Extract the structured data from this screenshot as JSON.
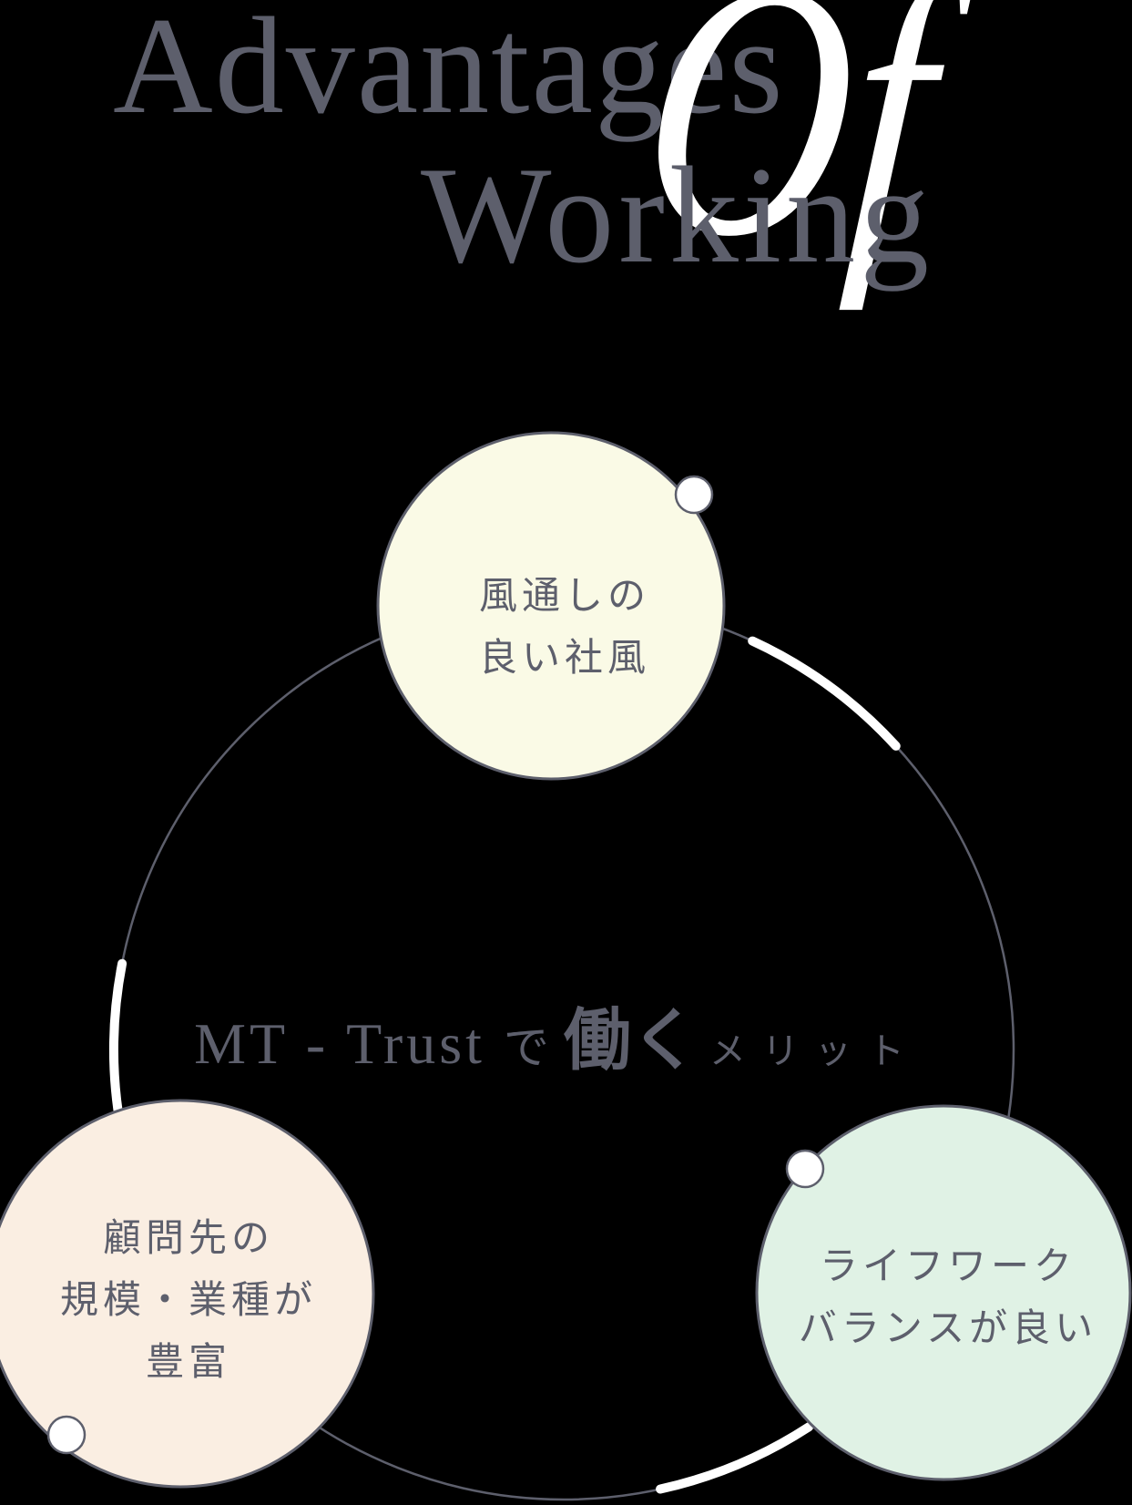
{
  "title": {
    "line1": "Advantages",
    "accent": "Of",
    "line2": "Working"
  },
  "center_label": {
    "company": "MT - Trust",
    "particle": "で",
    "verb": "働く",
    "suffix": "メリット"
  },
  "bubbles": [
    {
      "id": "open-culture",
      "lines": [
        "風通しの",
        "良い社風"
      ],
      "fill": "#fafae6"
    },
    {
      "id": "diverse-clients",
      "lines": [
        "顧問先の",
        "規模・業種が",
        "豊富"
      ],
      "fill": "#faeee2"
    },
    {
      "id": "life-work-balance",
      "lines": [
        "ライフワーク",
        "バランスが良い"
      ],
      "fill": "#e0f2e5"
    }
  ],
  "colors": {
    "background": "#000000",
    "ink": "#5d5f6c",
    "accent-text": "#ffffff",
    "ring": "#5d5f6c",
    "dot": "#ffffff"
  }
}
